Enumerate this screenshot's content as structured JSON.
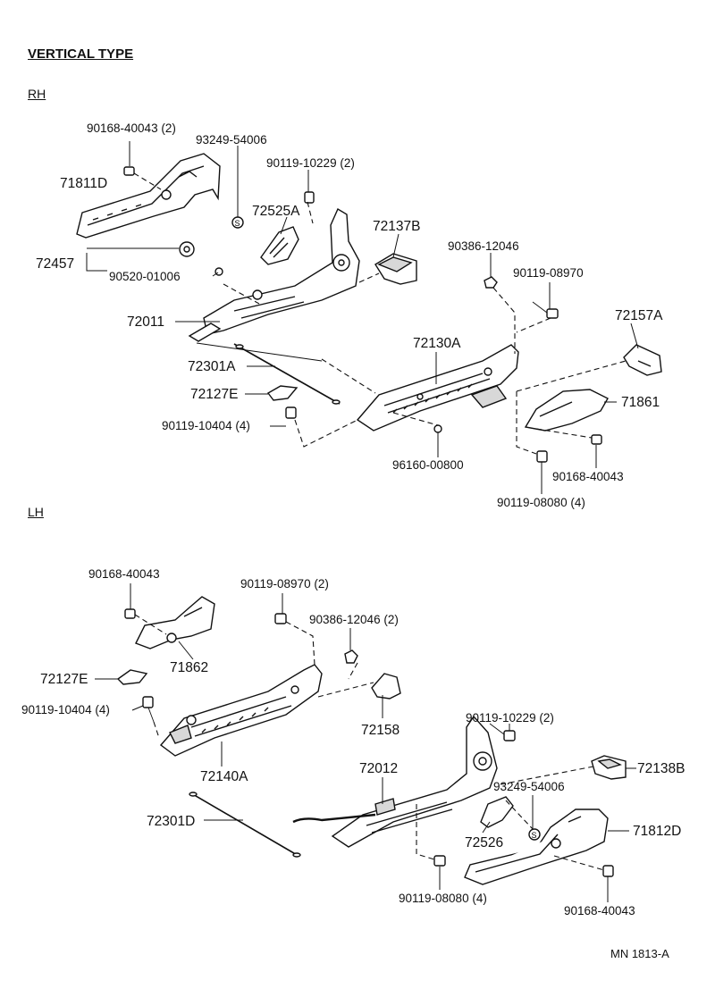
{
  "header": {
    "title": "VERTICAL TYPE",
    "rh": "RH",
    "lh": "LH"
  },
  "labels": {
    "p_90168_40043_2": "90168-40043 (2)",
    "p_93249_54006_rh": "93249-54006",
    "p_90119_10229_2_rh": "90119-10229 (2)",
    "p_71811D": "71811D",
    "p_72525A": "72525A",
    "p_72137B": "72137B",
    "p_90386_12046_rh": "90386-12046",
    "p_90119_08970_rh": "90119-08970",
    "p_72457": "72457",
    "p_90520_01006": "90520-01006",
    "p_72011": "72011",
    "p_72157A": "72157A",
    "p_72130A": "72130A",
    "p_72301A": "72301A",
    "p_71861": "71861",
    "p_72127E_rh": "72127E",
    "p_90119_10404_4_rh": "90119-10404 (4)",
    "p_90168_40043_rh2": "90168-40043",
    "p_96160_00800": "96160-00800",
    "p_90119_08080_4_rh": "90119-08080 (4)",
    "p_90168_40043_lh": "90168-40043",
    "p_90119_08970_2_lh": "90119-08970 (2)",
    "p_90386_12046_2_lh": "90386-12046 (2)",
    "p_71862": "71862",
    "p_72127E_lh": "72127E",
    "p_90119_10404_4_lh": "90119-10404 (4)",
    "p_72158": "72158",
    "p_90119_10229_2_lh": "90119-10229 (2)",
    "p_72140A": "72140A",
    "p_72012": "72012",
    "p_72138B": "72138B",
    "p_93249_54006_lh": "93249-54006",
    "p_72301D": "72301D",
    "p_72526": "72526",
    "p_71812D": "71812D",
    "p_90119_08080_4_lh": "90119-08080 (4)",
    "p_90168_40043_lh2": "90168-40043"
  },
  "footer": {
    "code": "MN  1813-A"
  }
}
